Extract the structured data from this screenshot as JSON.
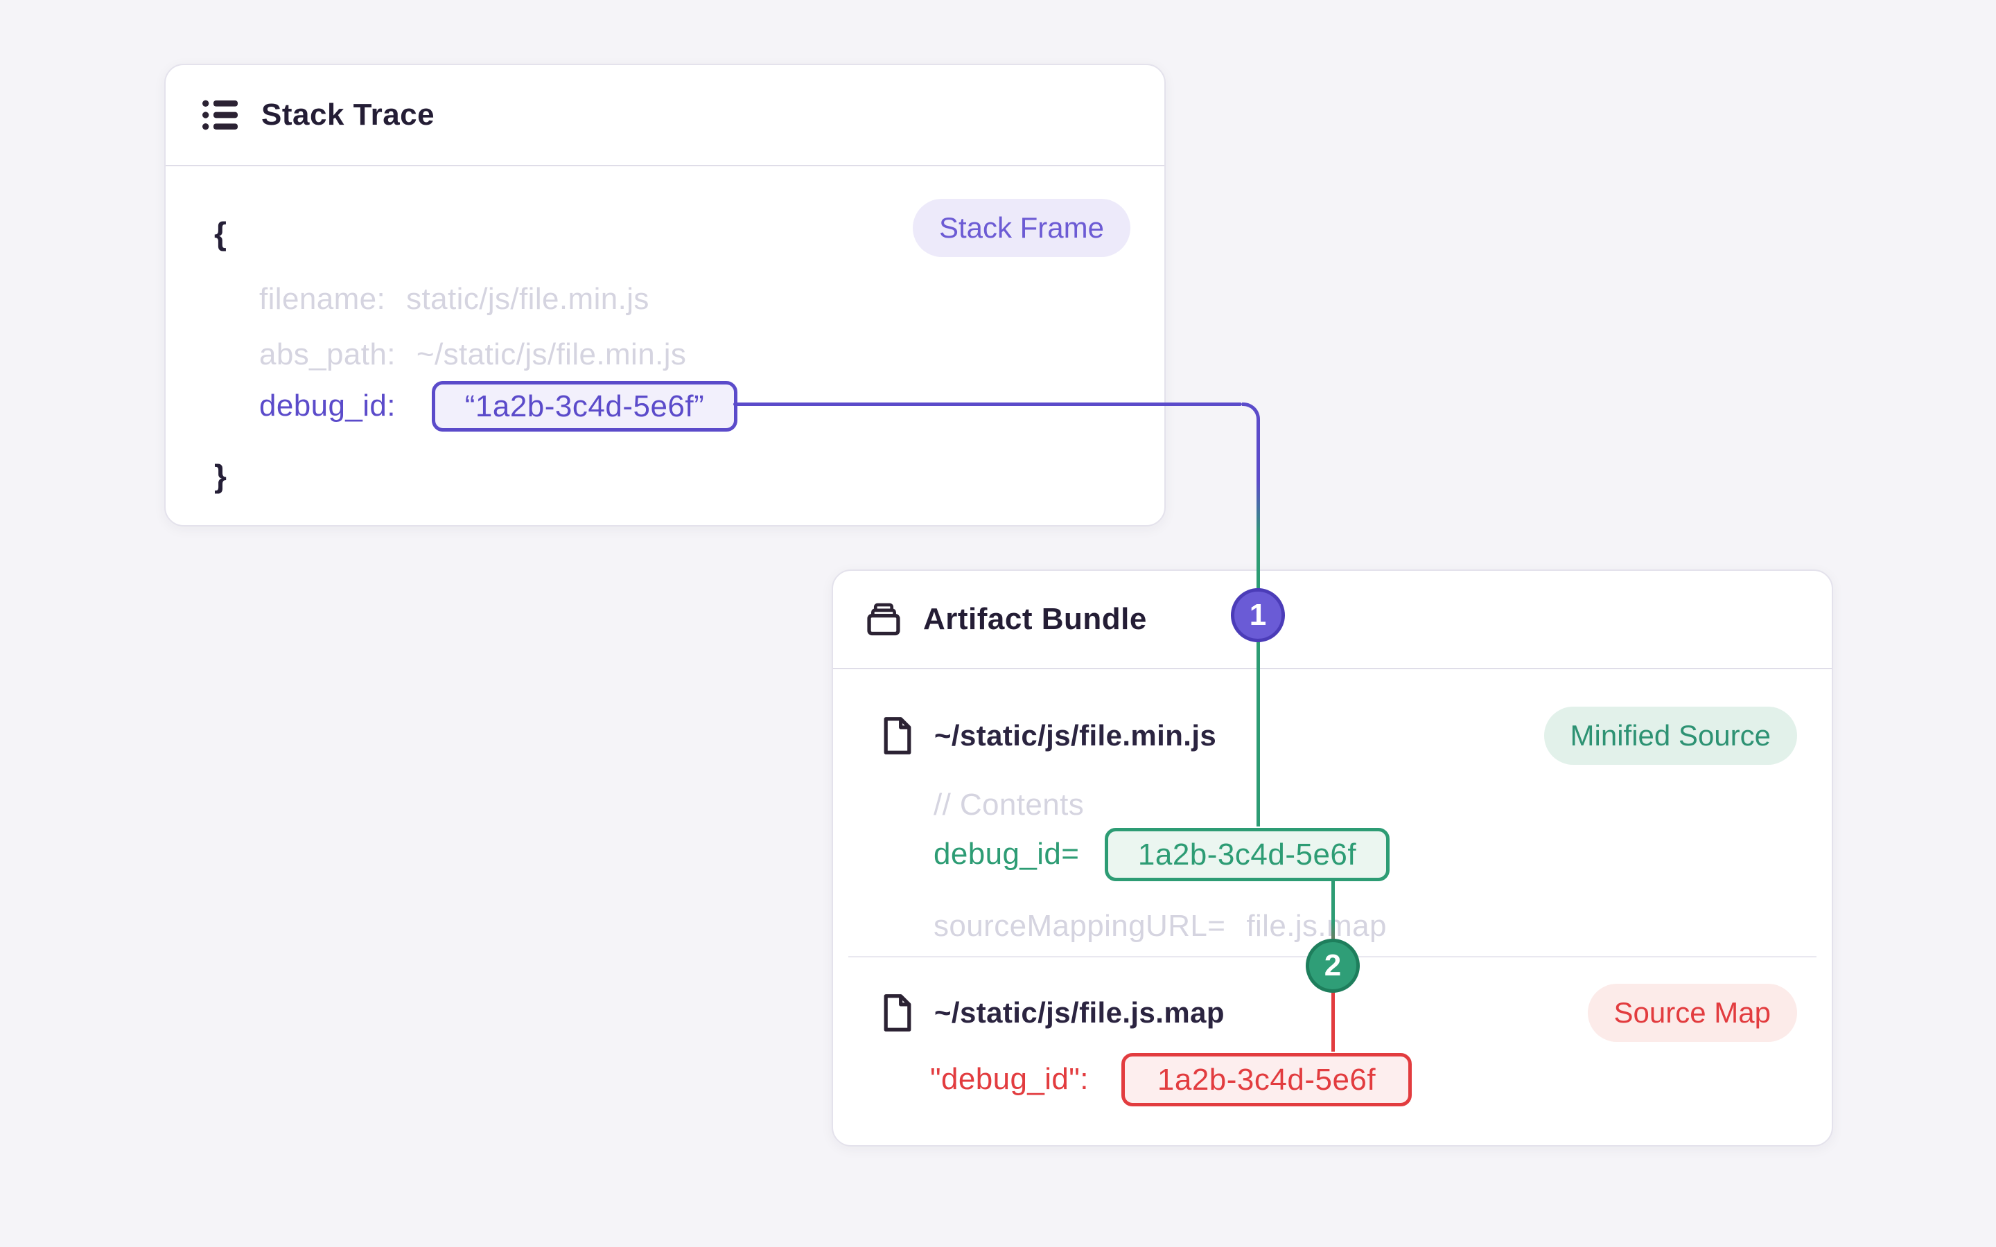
{
  "stack": {
    "title": "Stack Trace",
    "badge": "Stack Frame",
    "brace_open": "{",
    "brace_close": "}",
    "lines": [
      {
        "label": "filename:",
        "value": "static/js/file.min.js"
      },
      {
        "label": "abs_path:",
        "value": "~/static/js/file.min.js"
      }
    ],
    "debug": {
      "label": "debug_id:",
      "value": "“1a2b-3c4d-5e6f”"
    }
  },
  "bundle": {
    "title": "Artifact Bundle",
    "file1": {
      "path": "~/static/js/file.min.js",
      "badge": "Minified Source",
      "comment": "// Contents",
      "debug_label": "debug_id=",
      "debug_value": "1a2b-3c4d-5e6f",
      "mapping_label": "sourceMappingURL=",
      "mapping_value": "file.js.map"
    },
    "file2": {
      "path": "~/static/js/file.js.map",
      "badge": "Source Map",
      "debug_label": "\"debug_id\":",
      "debug_value": "1a2b-3c4d-5e6f"
    }
  },
  "steps": {
    "one": "1",
    "two": "2"
  },
  "colors": {
    "purple": "#5B4BCA",
    "green": "#2D9C74",
    "red": "#E23C3F",
    "purple_box_bg": "#F2F0FC",
    "green_box_bg": "#EBF6F0",
    "red_box_bg": "#FDEEEE",
    "stack_frame_badge_bg": "#EDEAFA",
    "minified_source_badge_bg": "#E2F1EA",
    "source_map_badge_bg": "#FCEBE9",
    "muted_text": "#D5D4E0",
    "ink_text": "#251F37",
    "card_border": "#E4E2EC",
    "page_bg": "#F5F4F8",
    "step1_circle": "#6A5BD6",
    "step2_circle": "#2F9E77"
  }
}
